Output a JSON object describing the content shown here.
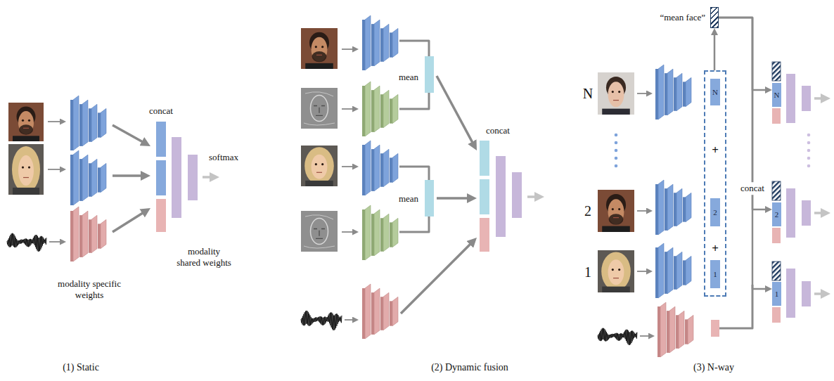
{
  "diagram": {
    "nodes": [
      {
        "text": [
          "“mean face”"
        ]
      },
      {
        "text": [
          "+",
          "+"
        ]
      },
      {
        "text": [
          "N"
        ],
        "in": 1
      },
      {
        "text": [
          "2"
        ],
        "in": 1
      },
      {
        "text": [
          "1"
        ],
        "in": 1
      },
      {
        "text": [
          "N"
        ]
      },
      {
        "text": [
          "2"
        ]
      },
      {
        "text": [
          "1"
        ]
      }
    ],
    "edges": [
      {
        "from": 1,
        "to": 0,
        "arrow": "to"
      },
      {
        "from": 0,
        "to": 5,
        "arrow": "to"
      },
      {
        "from": 0,
        "to": 6,
        "arrow": "to"
      },
      {
        "from": 0,
        "to": 7,
        "arrow": "to"
      }
    ],
    "labels": [
      "concat",
      "softmax",
      "modality shared weights",
      "modality specific weights",
      "(1) Static",
      "mean",
      "mean",
      "concat",
      "(2) Dynamic fusion",
      "N",
      "2",
      "1",
      "concat",
      "(3) N-way"
    ]
  }
}
